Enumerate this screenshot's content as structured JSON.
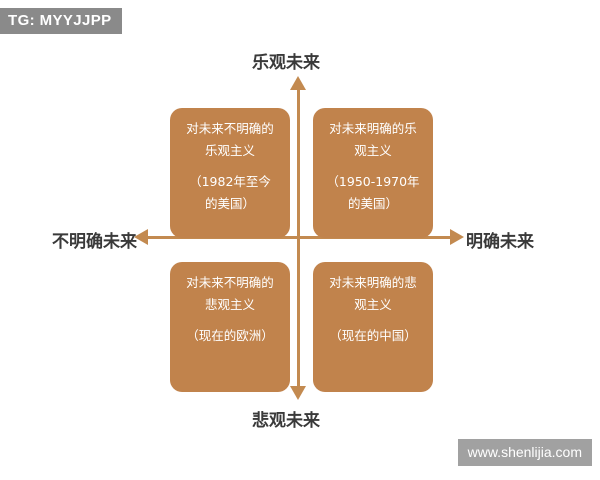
{
  "watermarks": {
    "tg_tag": "TG: MYYJJPP",
    "site": "www.shenlijia.com"
  },
  "axes": {
    "top_label": "乐观未来",
    "bottom_label": "悲观未来",
    "left_label": "不明确未来",
    "right_label": "明确未来",
    "color": "#c38a50"
  },
  "quadrants": {
    "top_left": {
      "title_line1": "对未来不明确的",
      "title_line2": "乐观主义",
      "note_line1": "（1982年至今",
      "note_line2": "的美国）"
    },
    "top_right": {
      "title_line1": "对未来明确的乐",
      "title_line2": "观主义",
      "note_line1": "（1950-1970年",
      "note_line2": "的美国）"
    },
    "bottom_left": {
      "title_line1": "对未来不明确的",
      "title_line2": "悲观主义",
      "note_line1": "（现在的欧洲）",
      "note_line2": ""
    },
    "bottom_right": {
      "title_line1": "对未来明确的悲",
      "title_line2": "观主义",
      "note_line1": "（现在的中国）",
      "note_line2": ""
    }
  },
  "colors": {
    "box_fill": "#c1834c",
    "box_text": "#ffffff",
    "axis": "#c38a50",
    "label_text": "#3a3a3a",
    "tag_bg": "#8a8a8a",
    "site_bg": "#9a9a9a"
  }
}
